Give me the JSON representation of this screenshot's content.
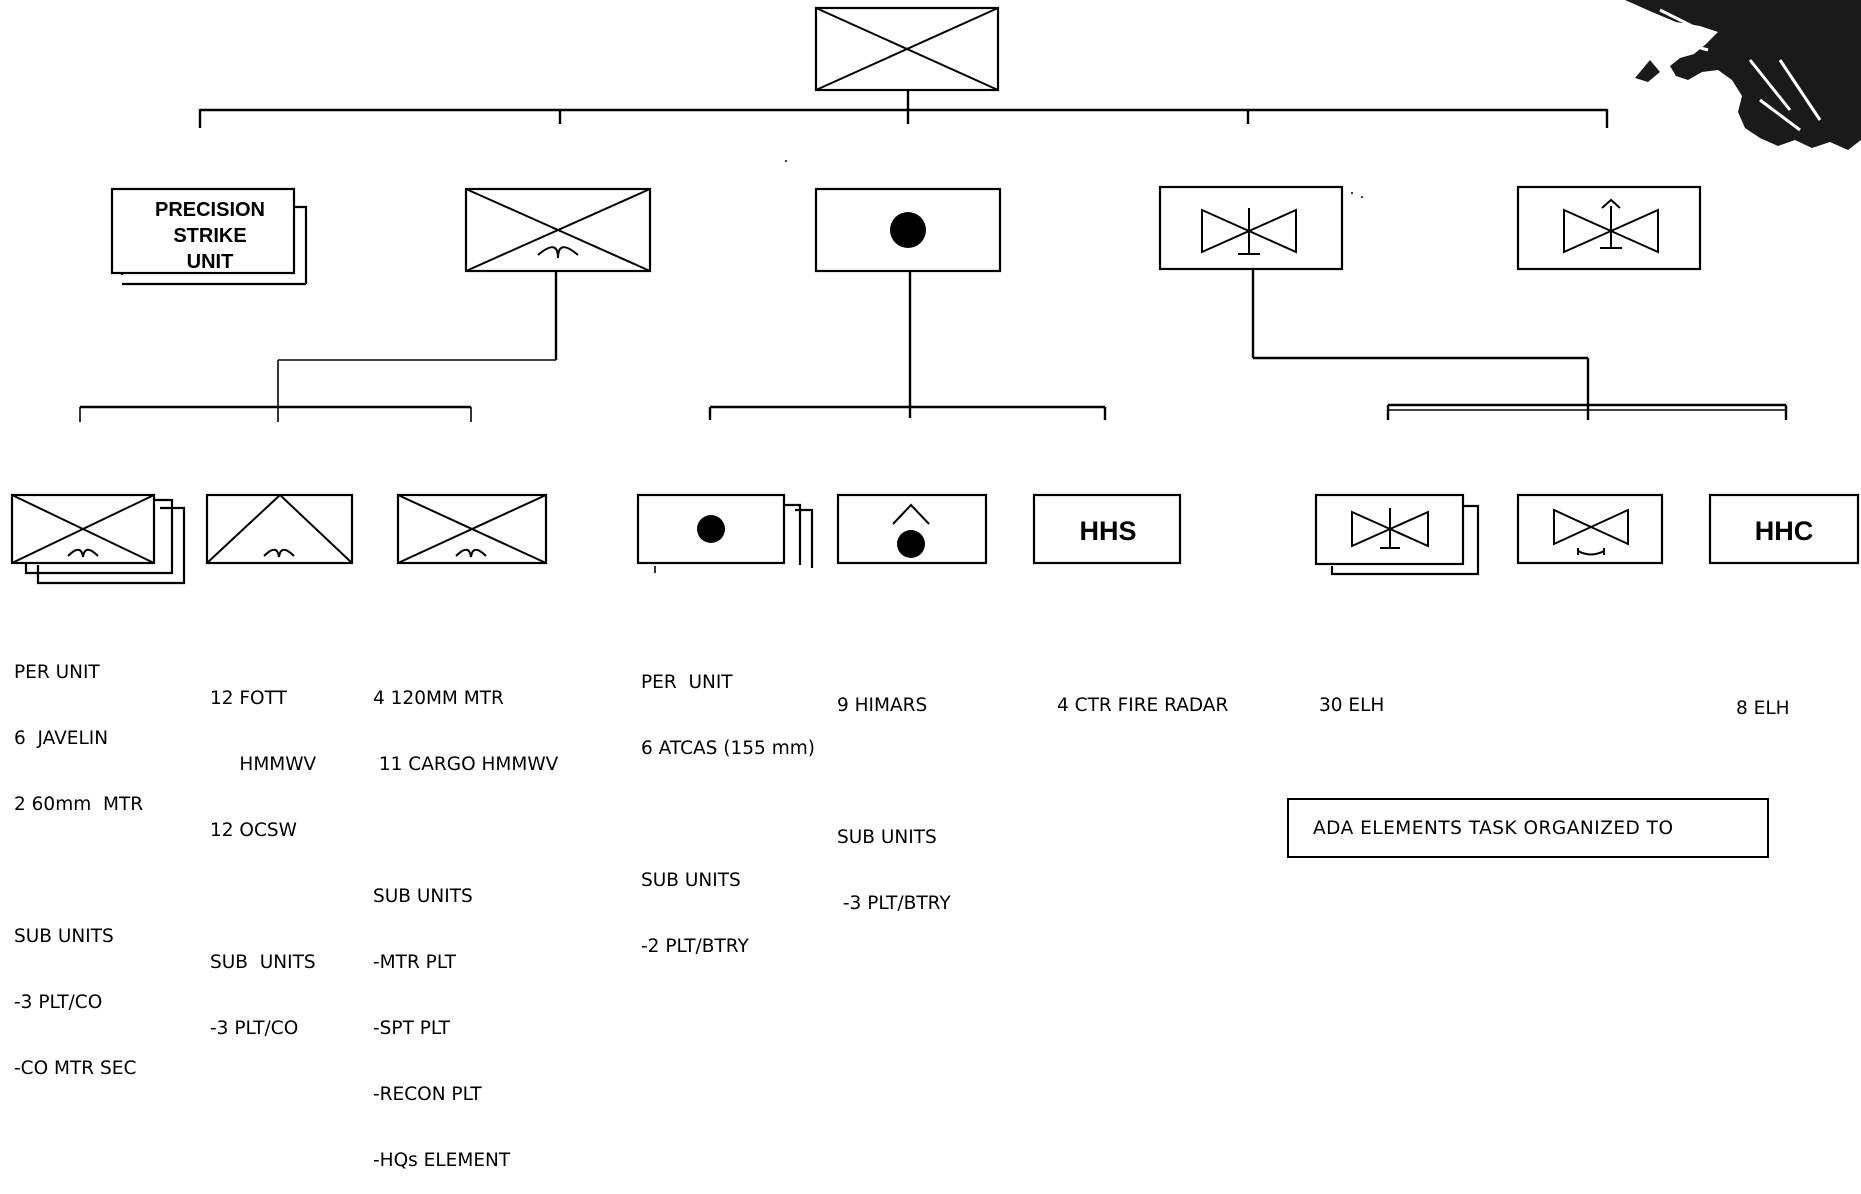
{
  "units": {
    "precision_strike": [
      "PRECISION",
      "STRIKE",
      "UNIT"
    ],
    "hhs": "HHS",
    "hhc": "HHC"
  },
  "details": {
    "infantry_co": [
      "PER UNIT",
      "6  JAVELIN",
      "2 60mm  MTR",
      "",
      "SUB UNITS",
      "-3 PLT/CO",
      "-CO MTR SEC"
    ],
    "antiarmor": [
      "12 FOTT",
      "     HMMWV",
      "12 OCSW",
      "",
      "SUB  UNITS",
      "-3 PLT/CO"
    ],
    "hhc_inf": [
      "4 120MM MTR",
      " 11 CARGO HMMWV",
      "",
      "SUB UNITS",
      "-MTR PLT",
      "-SPT PLT",
      "-RECON PLT",
      "-HQs ELEMENT"
    ],
    "atcas": [
      "PER  UNIT",
      "6 ATCAS (155 mm)",
      "",
      "SUB UNITS",
      "-2 PLT/BTRY"
    ],
    "himars": [
      "9 HIMARS",
      "",
      "SUB UNITS",
      " -3 PLT/BTRY"
    ],
    "radar": [
      "4 CTR FIRE RADAR"
    ],
    "elh_30": [
      "30 ELH"
    ],
    "elh_8": [
      "8 ELH"
    ]
  },
  "note": "ADA ELEMENTS TASK ORGANIZED TO"
}
